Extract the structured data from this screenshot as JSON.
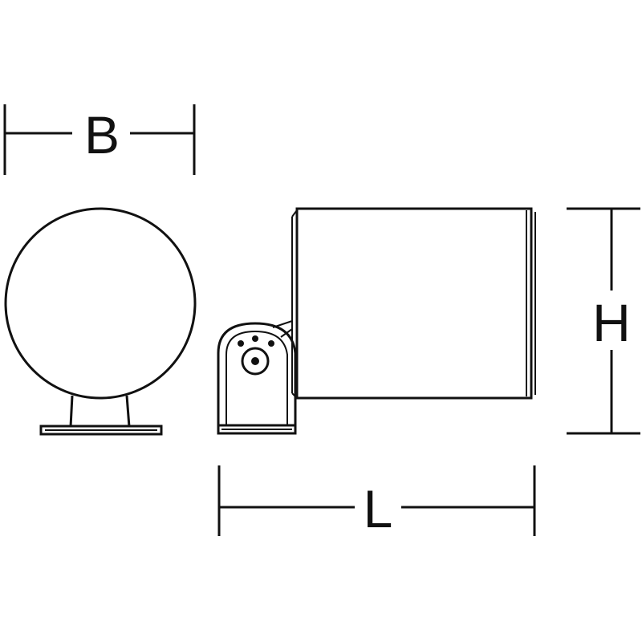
{
  "dimensions": {
    "width_label": "B",
    "length_label": "L",
    "height_label": "H"
  },
  "colors": {
    "line": "#111111",
    "background": "#ffffff"
  }
}
